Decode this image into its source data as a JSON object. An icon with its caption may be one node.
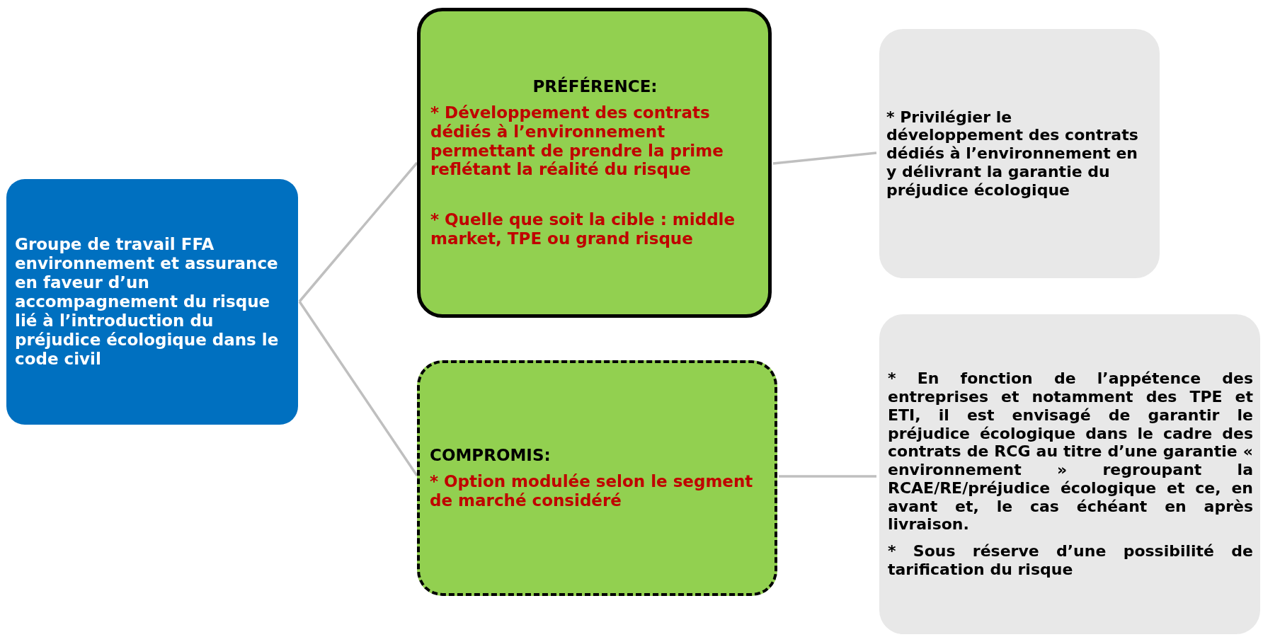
{
  "diagram": {
    "nodes": [
      {
        "text": [
          "Groupe de travail FFA environnement et assurance en faveur d’un accompagnement du risque lié à l’introduction du préjudice écologique dans le code civil"
        ]
      },
      {
        "text": [
          "PRÉFÉRENCE:",
          "* Développement des contrats dédiés à l’environnement permettant de prendre la prime reflétant la réalité du risque",
          "* Quelle que soit la cible : middle market, TPE ou grand risque"
        ]
      },
      {
        "text": [
          "COMPROMIS:",
          "* Option modulée selon le segment de marché considéré"
        ]
      },
      {
        "text": [
          "* Privilégier le développement des contrats dédiés à l’environnement en y délivrant la garantie du préjudice écologique"
        ]
      },
      {
        "text": [
          "* En fonction de l’appétence des entreprises et notamment des TPE et ETI, il est envisagé de garantir le préjudice écologique dans le cadre des contrats de RCG au titre d’une garantie « environnement » regroupant la RCAE/RE/préjudice écologique et ce, en avant et, le cas échéant en après livraison.",
          "* Sous réserve d’une possibilité de tarification du risque"
        ]
      }
    ],
    "edges": [
      {
        "from": 0,
        "to": 1,
        "arrow": "none"
      },
      {
        "from": 0,
        "to": 2,
        "arrow": "none"
      },
      {
        "from": 1,
        "to": 3,
        "arrow": "none"
      },
      {
        "from": 2,
        "to": 4,
        "arrow": "none"
      }
    ]
  }
}
